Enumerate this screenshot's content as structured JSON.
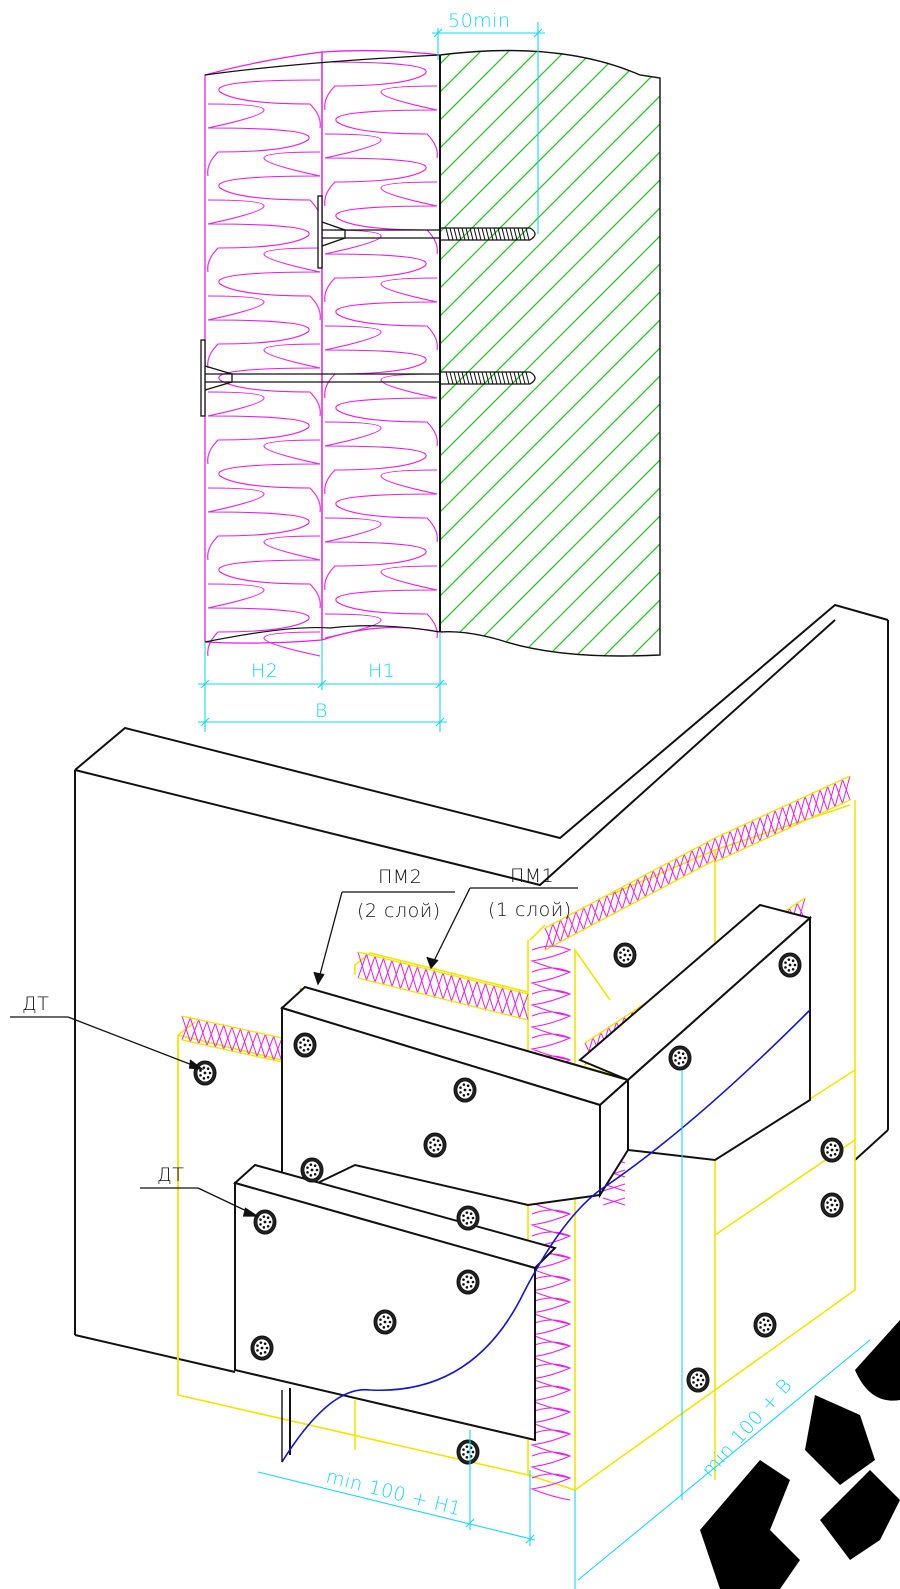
{
  "section": {
    "dim_anchor": "50min",
    "dim_h2": "H2",
    "dim_h1": "H1",
    "dim_b": "B"
  },
  "iso": {
    "label_pm2": "ПМ2",
    "label_pm2_sub": "(2 слой)",
    "label_pm1": "ПМ1",
    "label_pm1_sub": "(1 слой)",
    "label_dt_upper": "ДТ",
    "label_dt_lower": "ДТ",
    "dim_bottom": "min 100 + H1",
    "dim_right": "min 100 + B"
  },
  "colors": {
    "insulation": "#e61ee6",
    "hatch": "#22c21e",
    "dimension": "#19d6f0",
    "outline": "#f0e600",
    "curve": "#1414d2",
    "line": "#111111",
    "watermark": "#000000"
  }
}
